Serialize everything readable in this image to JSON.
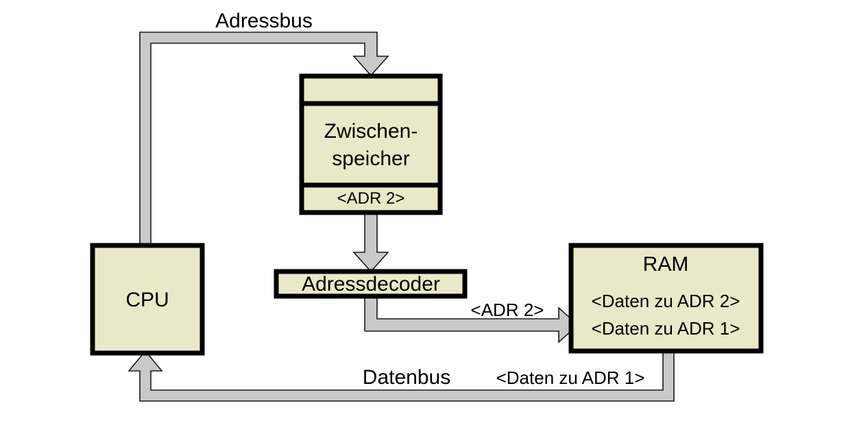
{
  "diagram": {
    "title_visible": false,
    "colors": {
      "box_fill": "#e9e9c8",
      "box_border": "#000000",
      "bus_fill": "#c9c9c9",
      "bus_border": "#1a1a1a",
      "background": "#ffffff",
      "text": "#000000"
    },
    "labels": {
      "adressbus": "Adressbus",
      "datenbus": "Datenbus",
      "adr2_arrow": "<ADR 2>",
      "daten_adr1_bus": "<Daten zu ADR 1>"
    },
    "nodes": {
      "cpu": {
        "label": "CPU"
      },
      "zwischenspeicher": {
        "line1": "Zwischen-",
        "line2": "speicher",
        "footer": "<ADR 2>",
        "header": ""
      },
      "adressdecoder": {
        "label": "Adressdecoder"
      },
      "ram": {
        "title": "RAM",
        "row1": "<Daten zu ADR 2>",
        "row2": "<Daten zu ADR 1>"
      }
    }
  }
}
